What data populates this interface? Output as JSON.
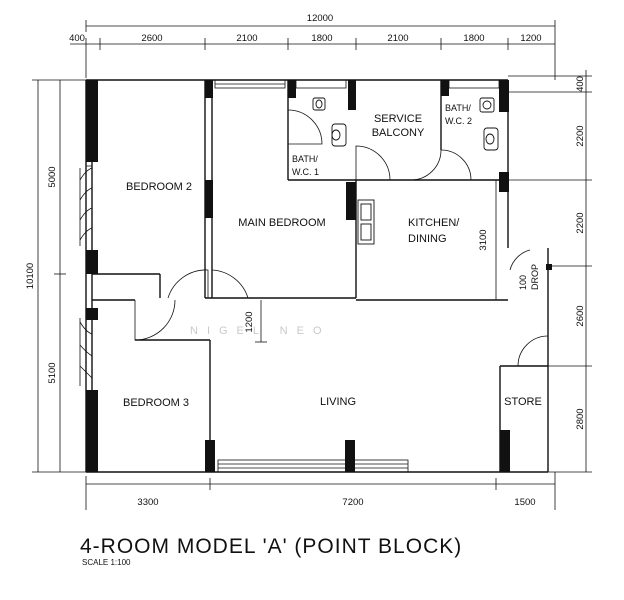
{
  "dimensions": {
    "top_total": "12000",
    "top": [
      "400",
      "2600",
      "2100",
      "1800",
      "2100",
      "1800",
      "1200"
    ],
    "left_total": "10100",
    "left": [
      "5000",
      "5100"
    ],
    "right": [
      "400",
      "2200",
      "2200",
      "2600",
      "2800"
    ],
    "bottom": [
      "3300",
      "7200",
      "1500"
    ],
    "inner_kitchen": "3100",
    "inner_living": "1200"
  },
  "rooms": {
    "bedroom2": "BEDROOM 2",
    "main_bedroom": "MAIN BEDROOM",
    "bath1_line1": "BATH/",
    "bath1_line2": "W.C. 1",
    "service_line1": "SERVICE",
    "service_line2": "BALCONY",
    "bath2_line1": "BATH/",
    "bath2_line2": "W.C. 2",
    "kitchen_line1": "KITCHEN/",
    "kitchen_line2": "DINING",
    "bedroom3": "BEDROOM 3",
    "living": "LIVING",
    "store": "STORE",
    "drop_line1": "100",
    "drop_line2": "DROP"
  },
  "watermark": "NIGEL NEO",
  "title": "4-ROOM MODEL 'A' (POINT BLOCK)",
  "scale": "SCALE 1:100"
}
